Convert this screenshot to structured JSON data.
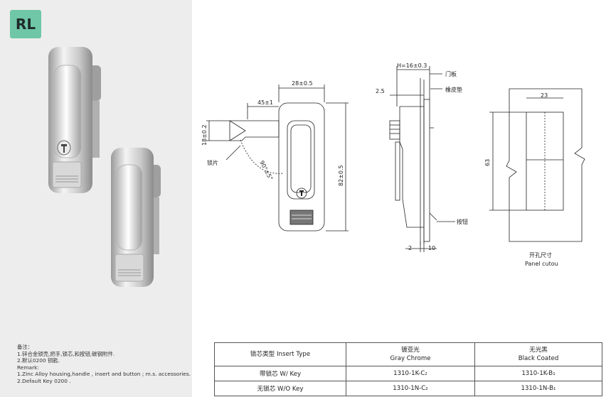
{
  "badge": "RL",
  "notes": [
    "备注：",
    "1.锌合金锁壳,把手,锁芯,和按钮;碳钢附件.",
    "2.默认0200 钥匙.",
    "Remark:",
    "1.Zinc Alloy housing,handle , insert and button ; m.s. accessories.",
    "2.Default Key 0200 ."
  ],
  "drawing": {
    "dim_45": "45±1",
    "dim_28": "28±0.5",
    "dim_18": "18±0.2",
    "dim_82": "82±0.5",
    "angle": "90°±5°",
    "label_latch": "锁片",
    "dim_h16": "H=16±0.3",
    "label_door": "门板",
    "label_gasket": "橡皮垫",
    "dim_25": "2.5",
    "label_button": "按钮",
    "dim_2": "2",
    "dim_10": "10",
    "dim_23": "23",
    "dim_63": "63",
    "cutout_cn": "开孔尺寸",
    "cutout_en": "Panel cutou"
  },
  "table": {
    "header": {
      "type_cn": "锁芯类型",
      "type_en": "Insert Type",
      "gray_cn": "镀亚光",
      "gray_en": "Gray Chrome",
      "black_cn": "无光黑",
      "black_en": "Black Coated"
    },
    "rows": [
      {
        "type": "带锁芯 W/ Key",
        "gray": "1310-1K-C₂",
        "black": "1310-1K-B₁"
      },
      {
        "type": "无锁芯 W/O Key",
        "gray": "1310-1N-C₂",
        "black": "1310-1N-B₁"
      }
    ]
  },
  "colors": {
    "badge": "#6fc7a7",
    "panel": "#ededed",
    "line": "#222222"
  }
}
